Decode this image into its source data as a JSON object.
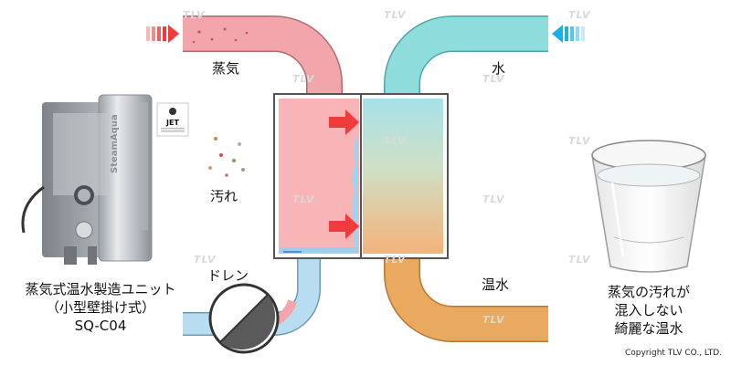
{
  "labels": {
    "steam": "蒸気",
    "water": "水",
    "dirt": "汚れ",
    "drain": "ドレン",
    "hot_water": "温水",
    "product": [
      "蒸気式温水製造ユニット",
      "（小型壁掛け式）",
      "SQ-C04"
    ],
    "result": [
      "蒸気の汚れが",
      "混入しない",
      "綺麗な温水"
    ]
  },
  "product_brand": "SteamAqua",
  "badge": "JET",
  "copyright": "Copyright TLV CO., LTD.",
  "watermark": "TLV",
  "colors": {
    "steam_pipe": "#f2a6ac",
    "water_pipe": "#8fdcdc",
    "hot_water_pipe": "#e9a95e",
    "drain_pipe": "#9fcfe8",
    "arrow_red": "#ef3b3b",
    "arrow_blue": "#17b3e6"
  },
  "icons": [
    "steam-inlet-arrow-icon",
    "water-inlet-arrow-icon",
    "heat-transfer-arrow-icon",
    "drain-valve-icon",
    "glass-cup-icon",
    "product-unit-image"
  ]
}
